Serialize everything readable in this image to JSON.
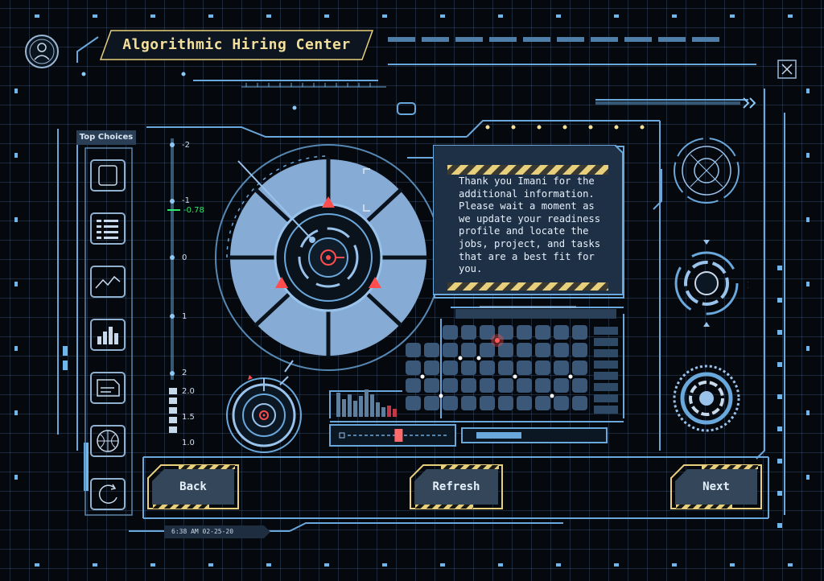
{
  "header": {
    "title": "Algorithmic Hiring Center",
    "close_icon": "close-icon",
    "avatar_icon": "avatar-icon"
  },
  "sidebar": {
    "tab_label": "Top Choices",
    "icons": [
      "shield-icon",
      "list-icon",
      "chart-icon",
      "bar-chart-icon",
      "document-icon",
      "globe-icon",
      "refresh-icon"
    ]
  },
  "scale": {
    "ticks": [
      "-2",
      "-1",
      "0",
      "1",
      "2"
    ],
    "marker_value": "-0.78",
    "sub_ticks": [
      "2.0",
      "1.5",
      "1.0"
    ]
  },
  "message": {
    "text": "Thank you Imani for the\nadditional information.\nPlease wait a moment as\nwe update your readiness\nprofile and locate the\njobs, project, and tasks\nthat are a best fit for\nyou."
  },
  "progress": {
    "slider_fraction": 0.52
  },
  "buttons": {
    "back": "Back",
    "refresh": "Refresh",
    "next": "Next"
  },
  "footer": {
    "timestamp": "6:38 AM 02-25-20"
  },
  "colors": {
    "accent": "#7ec3f2",
    "plate": "#f3df9c",
    "alert": "#ff4d4d",
    "green": "#2ee86a",
    "wheel": "#7fa4cf"
  }
}
